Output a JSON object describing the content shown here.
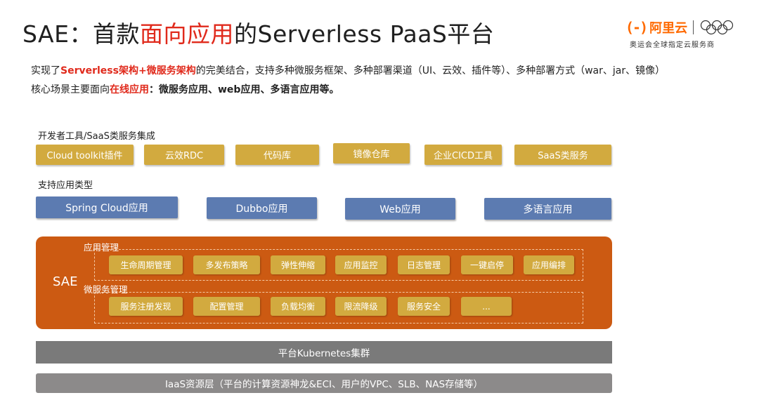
{
  "title": {
    "prefix": "SAE：首款",
    "highlight": "面向应用",
    "suffix": "的Serverless PaaS平台"
  },
  "logo": {
    "bracket": "(-)",
    "name": "阿里云",
    "subtitle": "奥运会全球指定云服务商"
  },
  "intro": {
    "line1_pre": "实现了",
    "line1_red": "Serverless架构+微服务架构",
    "line1_post": "的完美结合，支持多种微服务框架、多种部署渠道（UI、云效、插件等）、多种部署方式（war、jar、镜像）",
    "line2_pre": "核心场景主要面向",
    "line2_red": "在线应用",
    "line2_bold": "：微服务应用、web应用、多语言应用等。"
  },
  "dev_tools": {
    "label": "开发者工具/SaaS类服务集成",
    "items": [
      "Cloud toolkit插件",
      "云效RDC",
      "代码库",
      "镜像仓库",
      "企业CICD工具",
      "SaaS类服务"
    ]
  },
  "app_types": {
    "label": "支持应用类型",
    "items": [
      "Spring Cloud应用",
      "Dubbo应用",
      "Web应用",
      "多语言应用"
    ]
  },
  "sae": {
    "label": "SAE",
    "app_mgmt": {
      "label": "应用管理",
      "items": [
        "生命周期管理",
        "多发布策略",
        "弹性伸缩",
        "应用监控",
        "日志管理",
        "一键启停",
        "应用编排"
      ]
    },
    "ms_mgmt": {
      "label": "微服务管理",
      "items": [
        "服务注册发现",
        "配置管理",
        "负载均衡",
        "限流降级",
        "服务安全",
        "..."
      ]
    }
  },
  "k8s_layer": "平台Kubernetes集群",
  "iaas_layer": "IaaS资源层（平台的计算资源神龙&ECI、用户的VPC、SLB、NAS存储等）",
  "colors": {
    "accent_red": "#e02a1c",
    "gold": "#d2aa3f",
    "blue": "#5c7bb1",
    "sae_orange": "#cc5a12",
    "k8s_gray": "#7a7a7a",
    "iaas_gray": "#8c8a8a",
    "logo_orange": "#ff6a00"
  }
}
